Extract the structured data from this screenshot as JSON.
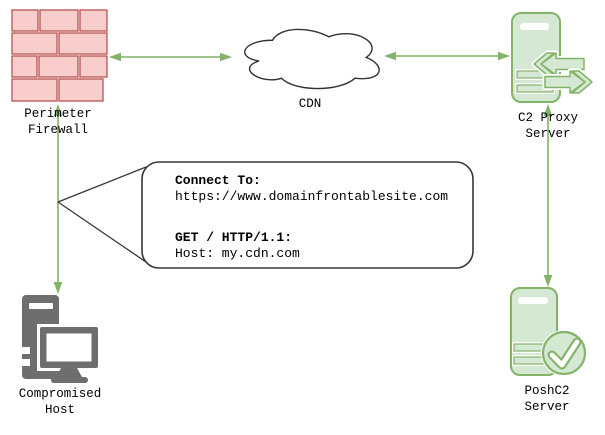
{
  "diagram": {
    "nodes": {
      "perimeter_firewall": {
        "icon": "brick-wall-firewall-icon",
        "line1": "Perimeter",
        "line2": "Firewall"
      },
      "cdn": {
        "icon": "cloud-icon",
        "label": "CDN"
      },
      "c2_proxy": {
        "icon": "server-proxy-arrows-icon",
        "line1": "C2 Proxy",
        "line2": "Server"
      },
      "compromised_host": {
        "icon": "desktop-computer-icon",
        "line1": "Compromised",
        "line2": "Host"
      },
      "poshc2": {
        "icon": "server-checkmark-icon",
        "line1": "PoshC2",
        "line2": "Server"
      }
    },
    "callout": {
      "connect_heading": "Connect To:",
      "connect_url": "https://www.domainfrontablesite.com",
      "request_heading": "GET / HTTP/1.1:",
      "request_host": "Host: my.cdn.com"
    },
    "connections": [
      "perimeter_firewall <-> cdn",
      "cdn <-> c2_proxy",
      "perimeter_firewall <-> compromised_host",
      "c2_proxy <-> poshc2"
    ],
    "colors": {
      "arrow_green": "#82b366",
      "green_fill": "#d5e8d4",
      "green_stroke": "#82b366",
      "firewall_fill": "#f8cecc",
      "firewall_stroke": "#b85450",
      "host_gray": "#6e6e6e",
      "outline_dark": "#363636"
    }
  }
}
